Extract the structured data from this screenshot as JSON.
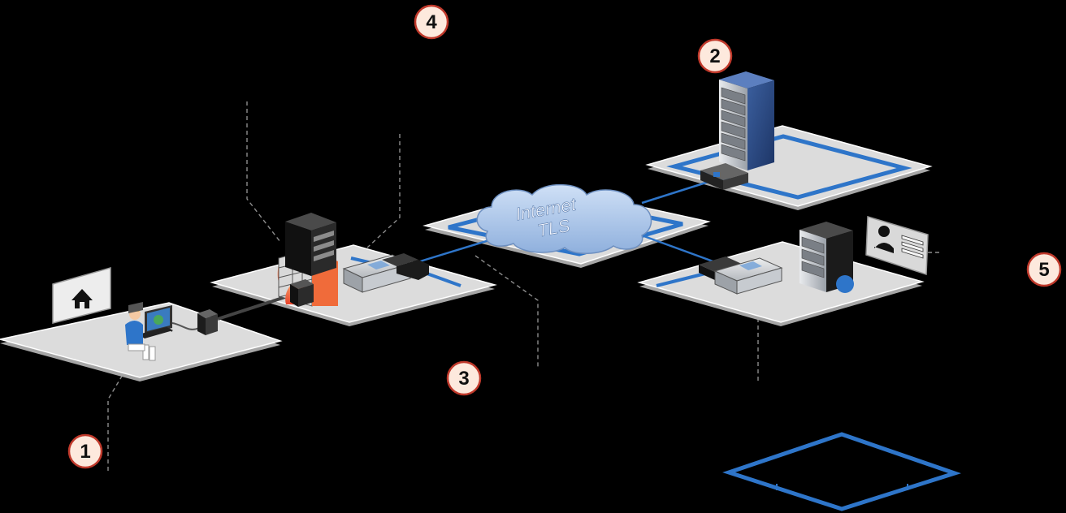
{
  "cloud": {
    "line1": "Internet",
    "line2": "TLS"
  },
  "badges": [
    "1",
    "2",
    "3",
    "4",
    "5"
  ],
  "colors": {
    "background": "#000000",
    "platform": "#d9d9d9",
    "platform_edge": "#a6a6a6",
    "accent_blue": "#2e75c9",
    "cloud": "#a9c4ea",
    "badge_fill": "#fde9dd",
    "badge_stroke": "#c0392b",
    "firewall": "#f06b3a"
  },
  "icons": [
    "home-icon",
    "user-at-computer-icon",
    "firewall-icon",
    "server-rack-icon",
    "network-switch-icon",
    "cloud-icon",
    "person-card-icon",
    "globe-icon"
  ]
}
